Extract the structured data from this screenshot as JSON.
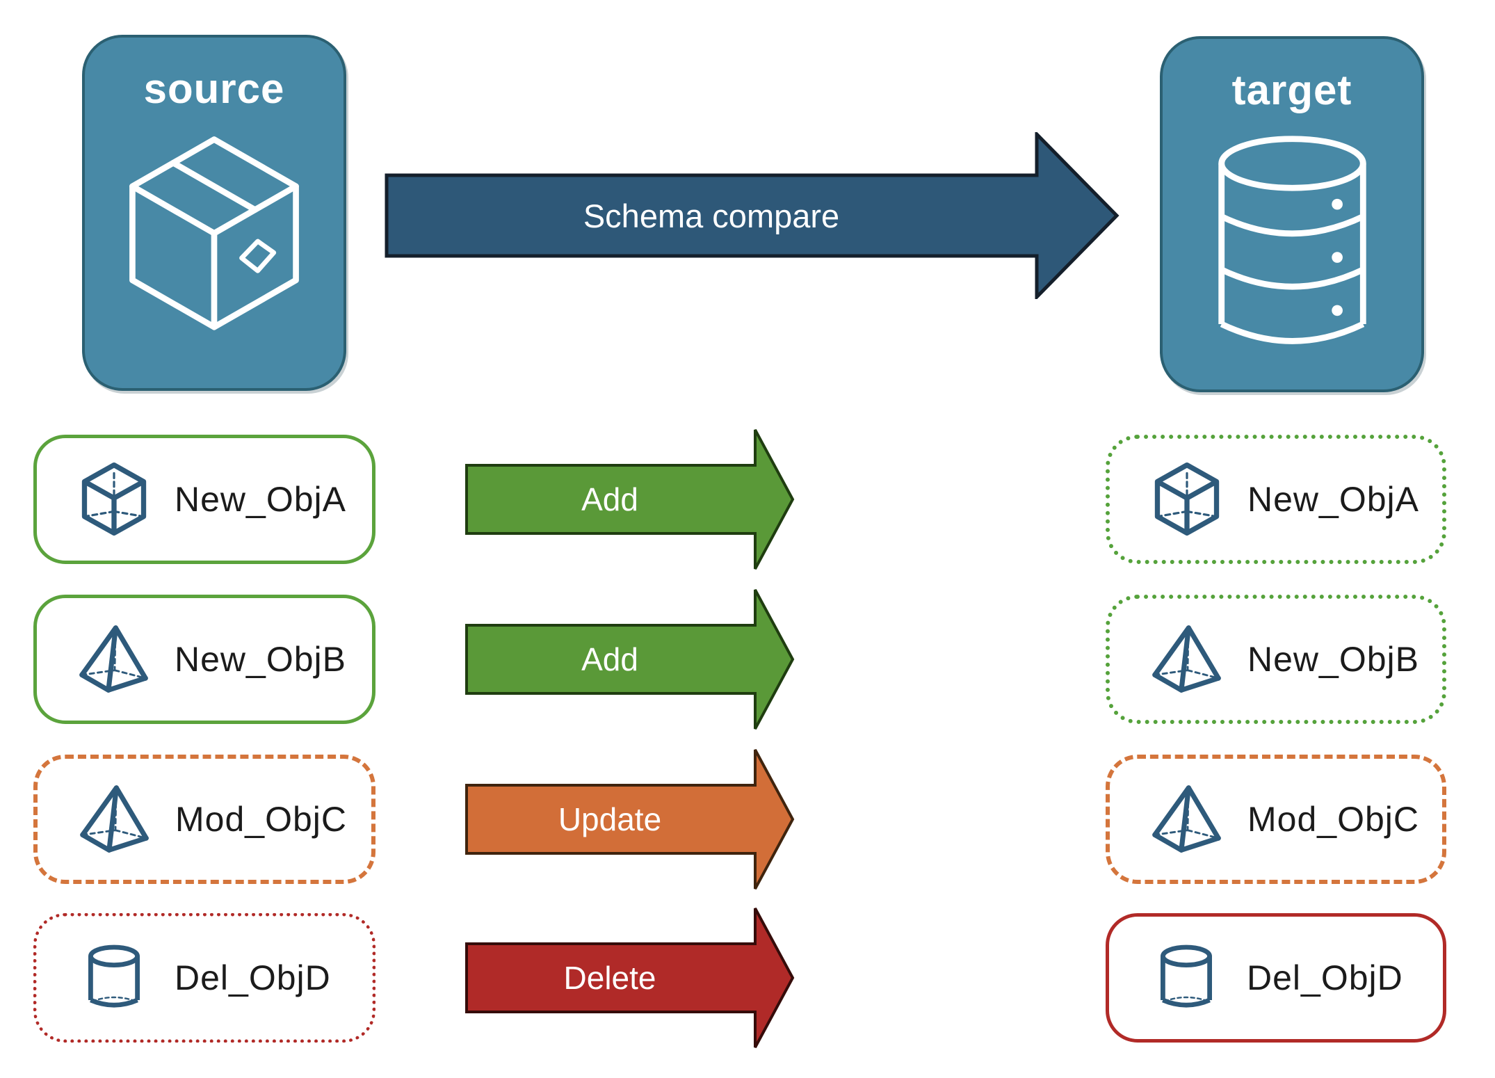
{
  "source_box": {
    "label": "source"
  },
  "target_box": {
    "label": "target"
  },
  "main_arrow": {
    "label": "Schema compare"
  },
  "rows": [
    {
      "name": "New_ObjA",
      "action": "Add",
      "icon": "cube-icon",
      "source_border": "solid-green",
      "target_border": "dotted-green"
    },
    {
      "name": "New_ObjB",
      "action": "Add",
      "icon": "pyramid-icon",
      "source_border": "solid-green",
      "target_border": "dotted-green"
    },
    {
      "name": "Mod_ObjC",
      "action": "Update",
      "icon": "pyramid-icon",
      "source_border": "dashed-orange",
      "target_border": "dashed-orange"
    },
    {
      "name": "Del_ObjD",
      "action": "Delete",
      "icon": "cylinder-icon",
      "source_border": "dotted-red",
      "target_border": "solid-red"
    }
  ],
  "colors": {
    "panel_blue": "#4889A6",
    "panel_border": "#2B6072",
    "arrow_navy": "#2E5878",
    "arrow_green": "#5A9938",
    "arrow_orange": "#D26E38",
    "arrow_red": "#B02A28",
    "border_green": "#5BA33C",
    "border_orange": "#D4753C",
    "border_red": "#B12A27",
    "icon_blue": "#2E5A7B",
    "text_dark": "#1b1b1b"
  }
}
